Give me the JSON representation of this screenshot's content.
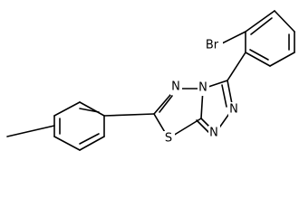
{
  "molecule": {
    "atom_labels": {
      "bromine": "Br",
      "sulfur": "S",
      "nitrogen_n5": "N",
      "nitrogen_n4": "N",
      "nitrogen_n2": "N",
      "nitrogen_n1": "N"
    }
  }
}
